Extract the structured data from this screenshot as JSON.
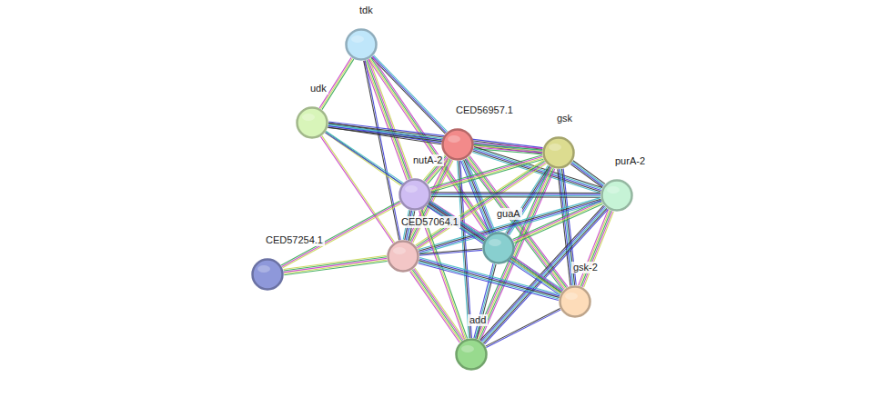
{
  "diagram": {
    "nodes": [
      {
        "text": [
          "tdk"
        ]
      },
      {
        "text": [
          "udk"
        ]
      },
      {
        "text": [
          "CED56957.1"
        ]
      },
      {
        "text": [
          "gsk"
        ]
      },
      {
        "text": [
          "purA-2"
        ]
      },
      {
        "text": [
          "nutA-2"
        ]
      },
      {
        "text": [
          "guaA"
        ]
      },
      {
        "text": [
          "CED57064.1"
        ]
      },
      {
        "text": [
          "CED57254.1"
        ]
      },
      {
        "text": [
          "gsk-2"
        ]
      },
      {
        "text": [
          "add"
        ]
      }
    ],
    "edges": [
      {
        "from": 0,
        "to": 1,
        "arrow": "none"
      },
      {
        "from": 0,
        "to": 2,
        "arrow": "none"
      },
      {
        "from": 0,
        "to": 5,
        "arrow": "none"
      },
      {
        "from": 0,
        "to": 7,
        "arrow": "none"
      },
      {
        "from": 0,
        "to": 6,
        "arrow": "none"
      },
      {
        "from": 1,
        "to": 2,
        "arrow": "none"
      },
      {
        "from": 1,
        "to": 5,
        "arrow": "none"
      },
      {
        "from": 1,
        "to": 6,
        "arrow": "none"
      },
      {
        "from": 1,
        "to": 7,
        "arrow": "none"
      },
      {
        "from": 1,
        "to": 3,
        "arrow": "none"
      },
      {
        "from": 2,
        "to": 3,
        "arrow": "none"
      },
      {
        "from": 2,
        "to": 4,
        "arrow": "none"
      },
      {
        "from": 2,
        "to": 5,
        "arrow": "none"
      },
      {
        "from": 2,
        "to": 6,
        "arrow": "none"
      },
      {
        "from": 2,
        "to": 7,
        "arrow": "none"
      },
      {
        "from": 2,
        "to": 10,
        "arrow": "none"
      },
      {
        "from": 2,
        "to": 9,
        "arrow": "none"
      },
      {
        "from": 3,
        "to": 4,
        "arrow": "none"
      },
      {
        "from": 3,
        "to": 5,
        "arrow": "none"
      },
      {
        "from": 3,
        "to": 6,
        "arrow": "none"
      },
      {
        "from": 3,
        "to": 7,
        "arrow": "none"
      },
      {
        "from": 3,
        "to": 9,
        "arrow": "none"
      },
      {
        "from": 3,
        "to": 10,
        "arrow": "none"
      },
      {
        "from": 4,
        "to": 5,
        "arrow": "none"
      },
      {
        "from": 4,
        "to": 6,
        "arrow": "none"
      },
      {
        "from": 4,
        "to": 7,
        "arrow": "none"
      },
      {
        "from": 4,
        "to": 9,
        "arrow": "none"
      },
      {
        "from": 4,
        "to": 10,
        "arrow": "none"
      },
      {
        "from": 5,
        "to": 6,
        "arrow": "none"
      },
      {
        "from": 5,
        "to": 7,
        "arrow": "none"
      },
      {
        "from": 5,
        "to": 10,
        "arrow": "none"
      },
      {
        "from": 5,
        "to": 9,
        "arrow": "none"
      },
      {
        "from": 5,
        "to": 8,
        "arrow": "none"
      },
      {
        "from": 6,
        "to": 7,
        "arrow": "none"
      },
      {
        "from": 6,
        "to": 9,
        "arrow": "none"
      },
      {
        "from": 6,
        "to": 10,
        "arrow": "none"
      },
      {
        "from": 7,
        "to": 8,
        "arrow": "none"
      },
      {
        "from": 7,
        "to": 9,
        "arrow": "none"
      },
      {
        "from": 7,
        "to": 10,
        "arrow": "none"
      },
      {
        "from": 9,
        "to": 10,
        "arrow": "none"
      }
    ]
  }
}
